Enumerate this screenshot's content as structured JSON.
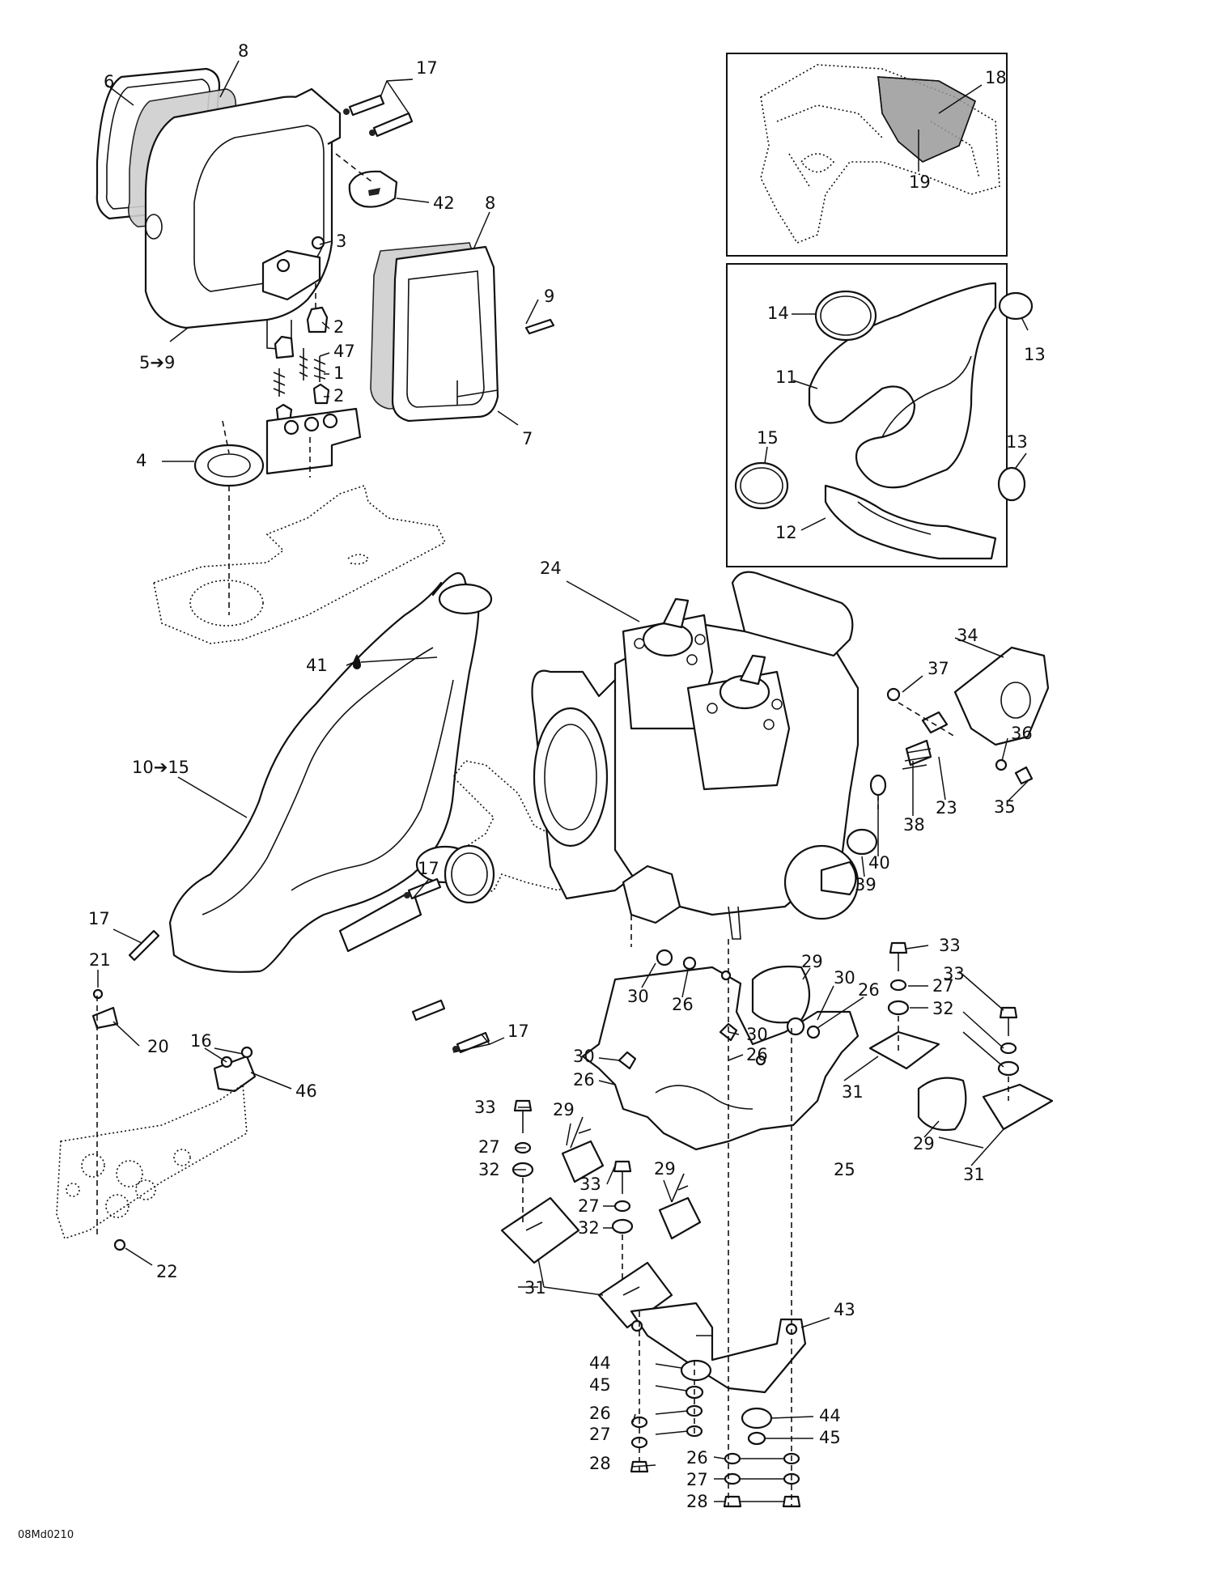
{
  "diagram": {
    "code": "08Md0210",
    "labels": {
      "l1": "1",
      "l2a": "2",
      "l2b": "2",
      "l3": "3",
      "l4": "4",
      "l5_9": "5➔9",
      "l6": "6",
      "l7": "7",
      "l8a": "8",
      "l8b": "8",
      "l9": "9",
      "l10_15": "10➔15",
      "l11": "11",
      "l12": "12",
      "l13a": "13",
      "l13b": "13",
      "l14": "14",
      "l15": "15",
      "l16": "16",
      "l17a": "17",
      "l17b": "17",
      "l17c": "17",
      "l17d": "17",
      "l18": "18",
      "l19": "19",
      "l20": "20",
      "l21": "21",
      "l22": "22",
      "l23": "23",
      "l24": "24",
      "l25": "25",
      "l26a": "26",
      "l26b": "26",
      "l26c": "26",
      "l26d": "26",
      "l26e": "26",
      "l26f": "26",
      "l27a": "27",
      "l27b": "27",
      "l27c": "27",
      "l27d": "27",
      "l27e": "27",
      "l28a": "28",
      "l28b": "28",
      "l29a": "29",
      "l29b": "29",
      "l29c": "29",
      "l29d": "29",
      "l30a": "30",
      "l30b": "30",
      "l30c": "30",
      "l30d": "30",
      "l31a": "31",
      "l31b": "31",
      "l31c": "31",
      "l32a": "32",
      "l32b": "32",
      "l32c": "32",
      "l33a": "33",
      "l33b": "33",
      "l33c": "33",
      "l33d": "33",
      "l34": "34",
      "l35": "35",
      "l36": "36",
      "l37": "37",
      "l38": "38",
      "l39": "39",
      "l40": "40",
      "l41": "41",
      "l42": "42",
      "l43": "43",
      "l44a": "44",
      "l44b": "44",
      "l45a": "45",
      "l45b": "45",
      "l46": "46",
      "l47": "47"
    }
  }
}
